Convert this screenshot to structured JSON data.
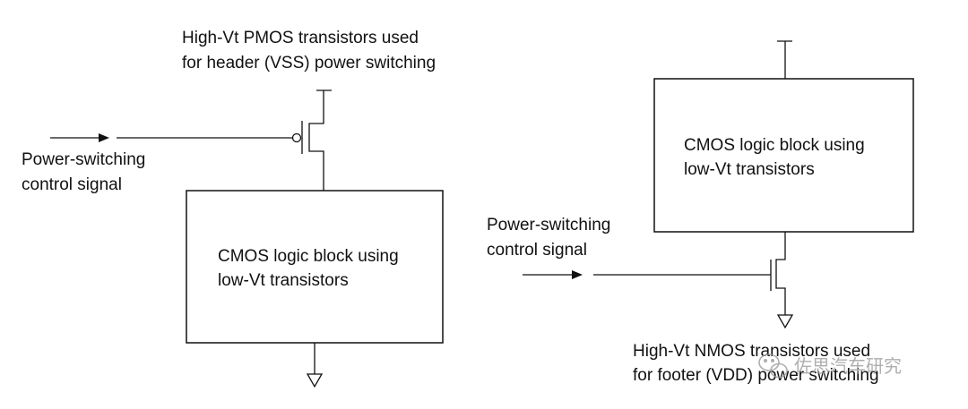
{
  "left_circuit": {
    "pmos_caption": [
      "High-Vt PMOS transistors used",
      "for header (VSS) power switching"
    ],
    "control_label": [
      "Power-switching",
      "control signal"
    ],
    "logic_block": [
      "CMOS logic block using",
      "low-Vt transistors"
    ]
  },
  "right_circuit": {
    "logic_block": [
      "CMOS logic block using",
      "low-Vt transistors"
    ],
    "control_label": [
      "Power-switching",
      "control signal"
    ],
    "nmos_caption": [
      "High-Vt NMOS transistors used",
      "for footer (VDD) power switching"
    ]
  },
  "watermark": {
    "icon": "wechat-icon",
    "text": "佐思汽车研究"
  }
}
